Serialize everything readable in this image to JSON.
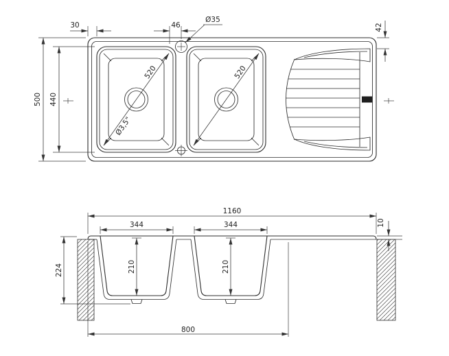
{
  "plan": {
    "rim_to_bowl_offset": "30",
    "tap_hole_offset": "46",
    "tap_hole_diameter": "Ø35",
    "right_edge_offset": "42",
    "overall_depth": "500",
    "bowl_length": "440",
    "left_bowl_diagonal": "520",
    "right_bowl_diagonal": "520",
    "drain_size": "Ø3,5\""
  },
  "section": {
    "overall_width": "1160",
    "left_bowl_width": "344",
    "right_bowl_width": "344",
    "rim_thickness": "10",
    "overall_height": "224",
    "left_bowl_depth": "210",
    "right_bowl_depth": "210",
    "base_length": "800"
  }
}
